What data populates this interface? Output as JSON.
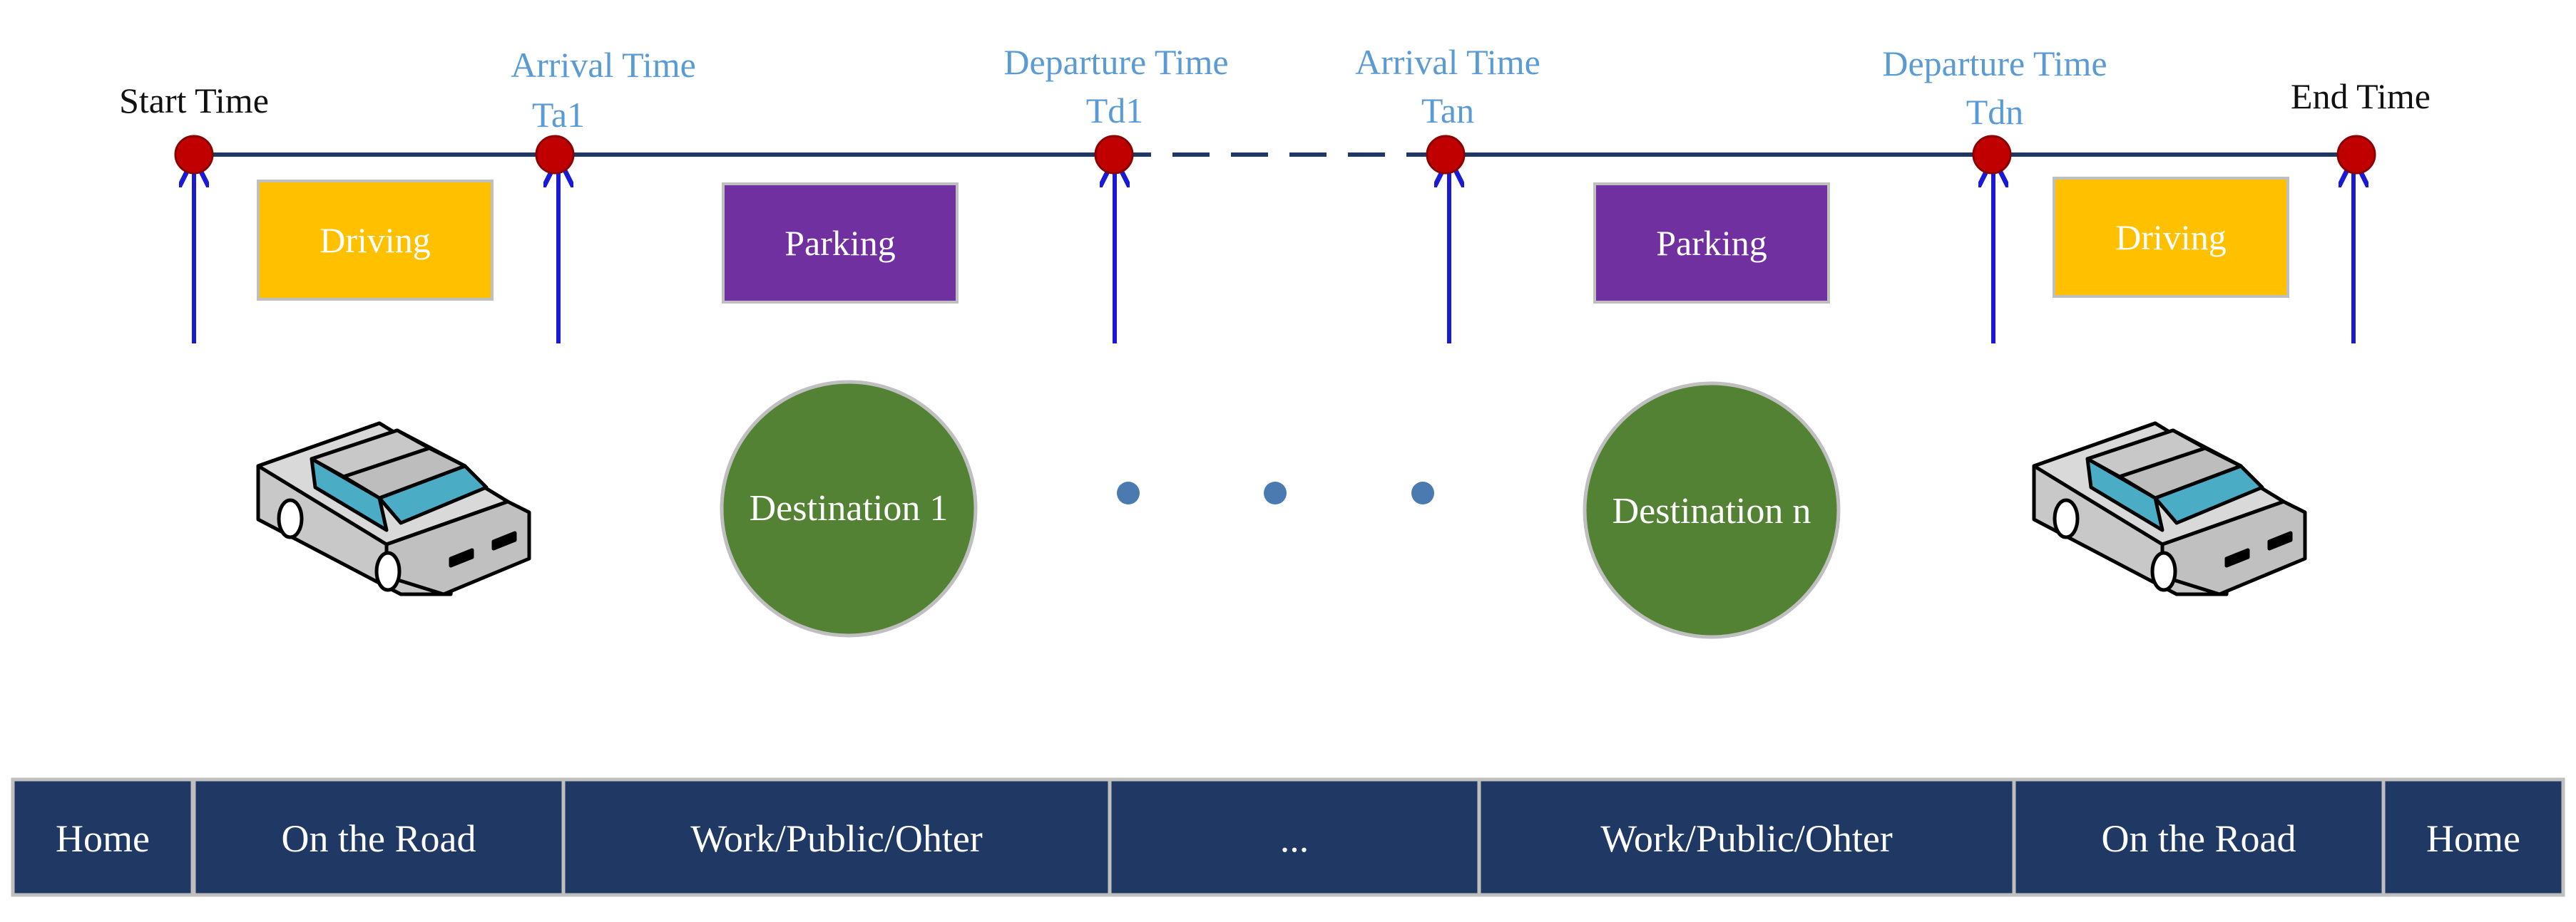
{
  "colors": {
    "timeline": "#1f3864",
    "arrow": "#1a1ad6",
    "marker_fill": "#c00000",
    "marker_stroke": "#8b0000",
    "label_black": "#111111",
    "label_blue": "#5b9bd5",
    "driving_fill": "#ffc000",
    "parking_fill": "#7030a0",
    "destination_fill": "#548235",
    "ellipsis_dot": "#4a7ab0",
    "bar_fill": "#203864",
    "car_body": "#c8c8c8",
    "car_glass": "#4bacc6"
  },
  "timeline": {
    "start_label": "Start Time",
    "arrival_1_label": "Arrival Time",
    "arrival_1_code": "Ta1",
    "departure_1_label": "Departure Time",
    "departure_1_code": "Td1",
    "arrival_n_label": "Arrival Time",
    "arrival_n_code": "Tan",
    "departure_n_label": "Departure Time",
    "departure_n_code": "Tdn",
    "end_label": "End Time"
  },
  "activities": {
    "driving_1": "Driving",
    "parking_1": "Parking",
    "parking_n": "Parking",
    "driving_2": "Driving"
  },
  "destinations": {
    "first": "Destination 1",
    "last": "Destination n"
  },
  "location_bar": {
    "home_start": "Home",
    "road_1": "On the Road",
    "work_1": "Work/Public/Ohter",
    "ellipsis": "...",
    "work_n": "Work/Public/Ohter",
    "road_2": "On the Road",
    "home_end": "Home"
  }
}
